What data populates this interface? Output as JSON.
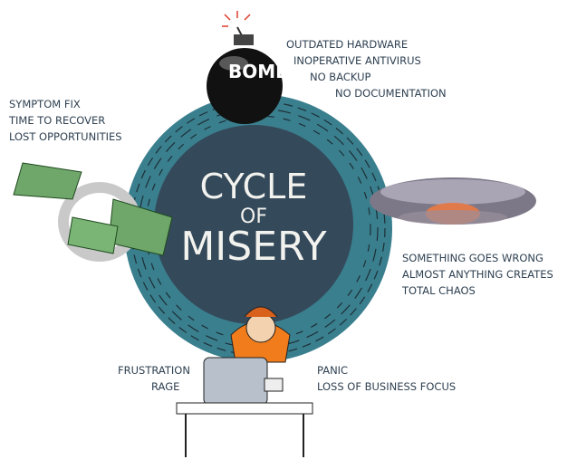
{
  "title": {
    "line1": "CYCLE",
    "line2": "OF",
    "line3": "MISERY"
  },
  "bomb_label": "BOMB",
  "groups": {
    "top": [
      "OUTDATED HARDWARE",
      "INOPERATIVE ANTIVIRUS",
      "NO BACKUP",
      "NO DOCUMENTATION"
    ],
    "left": [
      "SYMPTOM FIX",
      "TIME TO RECOVER",
      "LOST OPPORTUNITIES"
    ],
    "right": [
      "SOMETHING GOES WRONG",
      "ALMOST ANYTHING CREATES",
      "TOTAL CHAOS"
    ],
    "bottom_left": [
      "FRUSTRATION",
      "RAGE"
    ],
    "bottom_right": [
      "PANIC",
      "LOSS OF BUSINESS FOCUS"
    ]
  },
  "colors": {
    "ring": "#3a7f8e",
    "disc": "#34495a",
    "text": "#2f4152"
  }
}
